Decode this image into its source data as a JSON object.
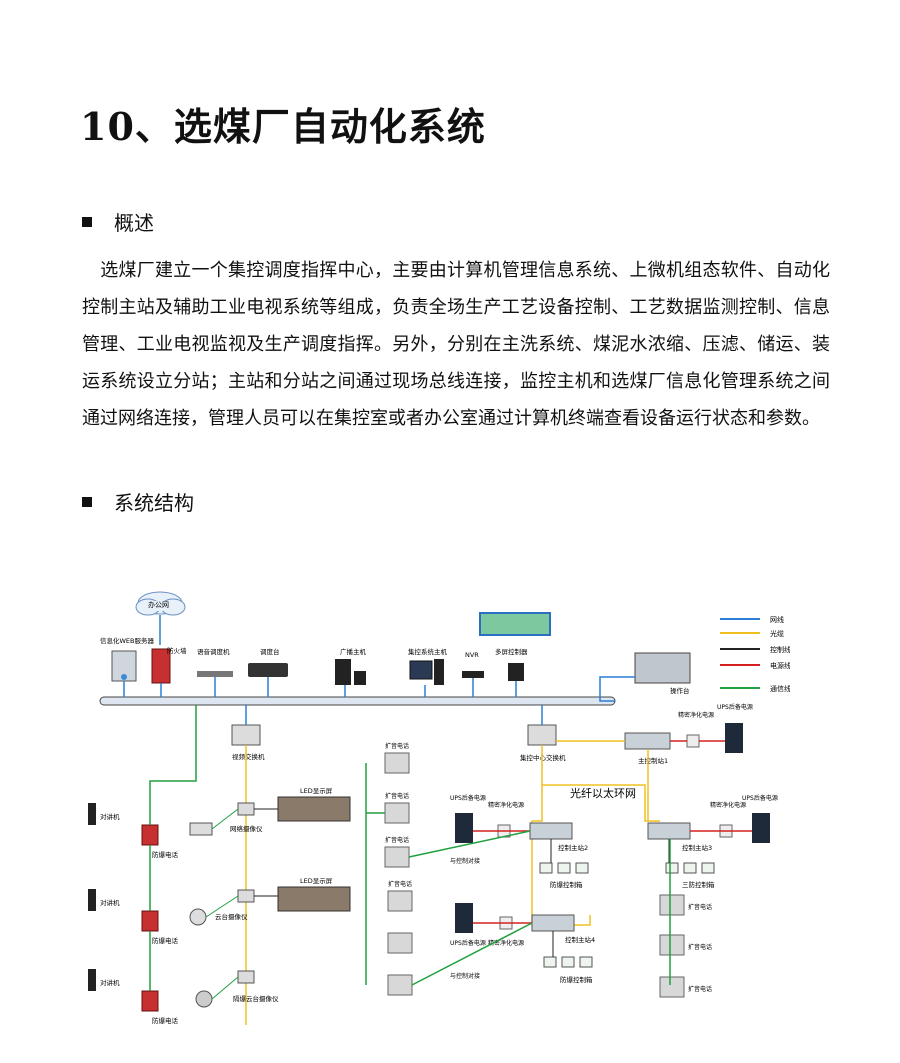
{
  "title": "10、选煤厂自动化系统",
  "sections": {
    "overview_heading": "概述",
    "overview_text": "选煤厂建立一个集控调度指挥中心，主要由计算机管理信息系统、上微机组态软件、自动化控制主站及辅助工业电视系统等组成，负责全场生产工艺设备控制、工艺数据监测控制、信息管理、工业电视监视及生产调度指挥。另外，分别在主洗系统、煤泥水浓缩、压滤、储运、装运系统设立分站；主站和分站之间通过现场总线连接，监控主机和选煤厂信息化管理系统之间通过网络连接，管理人员可以在集控室或者办公室通过计算机终端查看设备运行状态和参数。",
    "structure_heading": "系统结构"
  },
  "diagram": {
    "legend": [
      {
        "label": "网线",
        "color": "#2a7fd4"
      },
      {
        "label": "光缆",
        "color": "#f0c020"
      },
      {
        "label": "控制线",
        "color": "#222222"
      },
      {
        "label": "电源线",
        "color": "#d42020"
      },
      {
        "label": "通信线",
        "color": "#20a040"
      }
    ],
    "labels": {
      "cloud": "办公网",
      "web_server": "信息化WEB服务器",
      "firewall": "防火墙",
      "voice_dispatch": "语音调度机",
      "dispatch_desk": "调度台",
      "broadcast_host": "广播主机",
      "central_host": "集控系统主机",
      "nvr": "NVR",
      "multi_screen": "多屏控制器",
      "console": "操作台",
      "video_switch": "视频交换机",
      "central_switch": "集控中心交换机",
      "ring_net": "光纤以太环网",
      "main_station1": "主控制站1",
      "ups": "UPS后备电源",
      "purifier": "精密净化电源",
      "led_screen": "LED显示屏",
      "network_cam": "网络摄像仪",
      "ptz_cam": "云台摄像仪",
      "ex_ptz_cam": "隔爆云台摄像仪",
      "walkie": "对讲机",
      "ex_phone": "防爆电话",
      "speaker_phone": "扩音电话",
      "ctrl_station2": "控制主站2",
      "ctrl_station3": "控制主站3",
      "ctrl_station4": "控制主站4",
      "ex_box": "防爆控制箱",
      "three_box": "三防控制箱",
      "with_ctrl": "与控制对接"
    }
  }
}
